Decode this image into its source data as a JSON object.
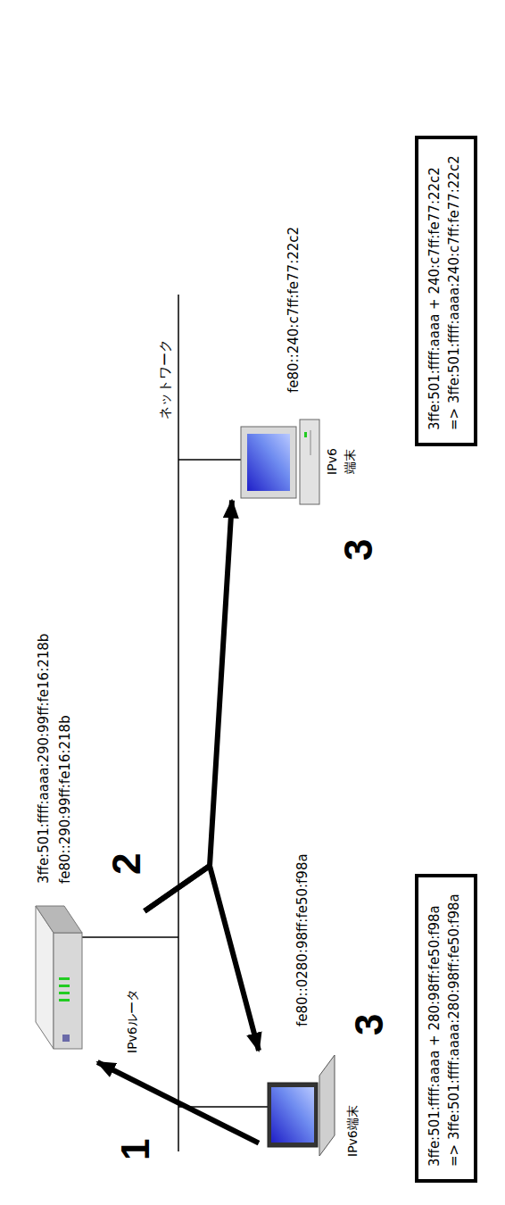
{
  "diagram": {
    "nodes": [
      {
        "text": [
          "IPv6ルータ"
        ]
      },
      {
        "text": [
          "IPv6端末"
        ]
      },
      {
        "text": [
          "IPv6 端末"
        ]
      },
      {
        "text": [
          "3ffe:501:ffff:aaaa + 280:98ff:fe50:f98a",
          "=> 3ffe:501:ffff:aaaa:280:98ff:fe50:f98a"
        ]
      },
      {
        "text": [
          "3ffe:501:ffff:aaaa + 240:c7ff:fe77:22c2",
          "=> 3ffe:501:ffff:aaaa:240:c7ff:fe77:22c2"
        ]
      }
    ],
    "edges": [
      {
        "from": 1,
        "to": 0,
        "arrow": "to"
      },
      {
        "from": 0,
        "to": 1,
        "arrow": "to"
      },
      {
        "from": 0,
        "to": 2,
        "arrow": "to"
      }
    ],
    "labels": [
      "3ffe:501:ffff:aaaa:290:99ff:fe16:218b",
      "fe80::290:99ff:fe16:218b",
      "ネットワーク",
      "fe80::0280:98ff:fe50:f98a",
      "fe80::240:c7ff:fe77:22c2",
      "1",
      "2",
      "3",
      "3"
    ]
  }
}
